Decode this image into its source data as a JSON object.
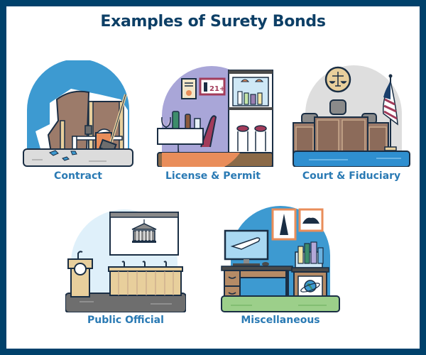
{
  "title": "Examples of Surety Bonds",
  "colors": {
    "border": "#00416b",
    "title": "#0d3f66",
    "label": "#2a7ab4",
    "outline": "#1a2e44"
  },
  "scenes": [
    {
      "label": "Contract",
      "icon": "construction-scene-icon",
      "backdrop": "#3d9ad1"
    },
    {
      "label": "License & Permit",
      "icon": "bar-restaurant-scene-icon",
      "backdrop": "#a9a6d8",
      "sign_text": "21+"
    },
    {
      "label": "Court & Fiduciary",
      "icon": "courtroom-scene-icon",
      "backdrop": "#dedede"
    },
    {
      "label": "Public Official",
      "icon": "council-chamber-scene-icon",
      "backdrop": "#dff0fa"
    },
    {
      "label": "Miscellaneous",
      "icon": "office-desk-scene-icon",
      "backdrop": "#3d9ad1"
    }
  ]
}
